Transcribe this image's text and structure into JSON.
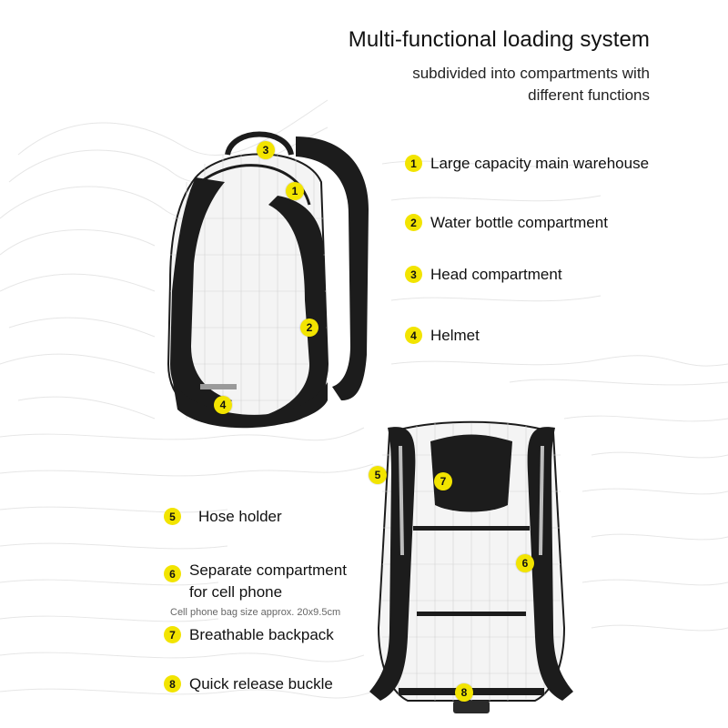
{
  "header": {
    "title": "Multi-functional loading system",
    "subtitle_line1": "subdivided into compartments with",
    "subtitle_line2": "different functions"
  },
  "features": [
    {
      "num": "1",
      "label": "Large capacity main warehouse"
    },
    {
      "num": "2",
      "label": "Water bottle compartment"
    },
    {
      "num": "3",
      "label": "Head compartment"
    },
    {
      "num": "4",
      "label": "Helmet"
    },
    {
      "num": "5",
      "label": "Hose holder"
    },
    {
      "num": "6",
      "label": "Separate compartment",
      "label_line2": "for cell phone",
      "note": "Cell phone bag size approx. 20x9.5cm"
    },
    {
      "num": "7",
      "label": "Breathable backpack"
    },
    {
      "num": "8",
      "label": "Quick release buckle"
    }
  ],
  "photo_badges": {
    "front": [
      "3",
      "1",
      "2",
      "4"
    ],
    "back": [
      "5",
      "7",
      "6",
      "8"
    ]
  },
  "colors": {
    "badge": "#f2e400",
    "bag_white": "#f4f4f4",
    "bag_black": "#1c1c1c",
    "contour": "#e3e3e3"
  }
}
